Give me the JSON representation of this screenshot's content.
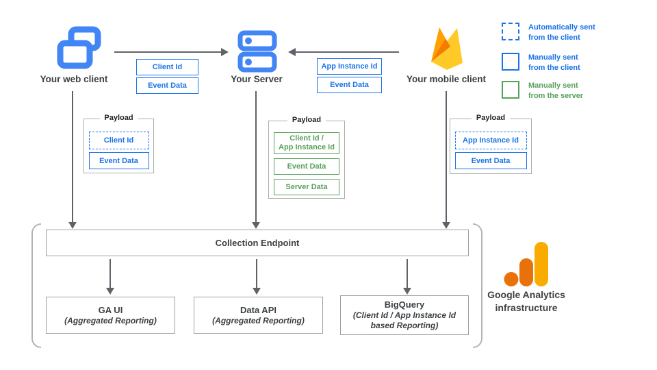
{
  "colors": {
    "icon_blue": "#4285F4",
    "box_blue": "#1A73E8",
    "box_green": "#57A05A",
    "arrow_gray": "#5F6368",
    "border_gray": "#9E9E9E",
    "firebase_yellow": "#FFCA28",
    "firebase_orange": "#FFA000",
    "firebase_dark_orange": "#F57C00",
    "ga_orange": "#E8710A",
    "ga_yellow": "#F9AB00"
  },
  "nodes": {
    "web_client": {
      "label": "Your web client"
    },
    "server": {
      "label": "Your Server"
    },
    "mobile_client": {
      "label": "Your mobile client"
    }
  },
  "edges": {
    "web_to_server": {
      "tags": [
        {
          "label": "Client Id"
        },
        {
          "label": "Event Data"
        }
      ]
    },
    "mobile_to_server": {
      "tags": [
        {
          "label": "App Instance Id"
        },
        {
          "label": "Event Data"
        }
      ]
    }
  },
  "legend": {
    "items": [
      {
        "style": "dashed-blue",
        "line1": "Automatically sent",
        "line2": "from the client"
      },
      {
        "style": "solid-blue",
        "line1": "Manually sent",
        "line2": "from the client"
      },
      {
        "style": "solid-green",
        "line1": "Manually sent",
        "line2": "from the server"
      }
    ]
  },
  "payloads": [
    {
      "title": "Payload",
      "items": [
        {
          "label": "Client Id",
          "style": "dashed-blue"
        },
        {
          "label": "Event Data",
          "style": "solid-blue"
        }
      ]
    },
    {
      "title": "Payload",
      "items": [
        {
          "label": "Client Id /",
          "label2": "App Instance Id",
          "style": "green"
        },
        {
          "label": "Event Data",
          "style": "green"
        },
        {
          "label": "Server Data",
          "style": "green"
        }
      ]
    },
    {
      "title": "Payload",
      "items": [
        {
          "label": "App Instance Id",
          "style": "dashed-blue"
        },
        {
          "label": "Event Data",
          "style": "solid-blue"
        }
      ]
    }
  ],
  "infrastructure": {
    "endpoint_label": "Collection Endpoint",
    "outputs": [
      {
        "title": "GA UI",
        "subtitle": "(Aggregated Reporting)"
      },
      {
        "title": "Data API",
        "subtitle": "(Aggregated Reporting)"
      },
      {
        "title": "BigQuery",
        "subtitle": "(Client Id / App Instance Id based Reporting)"
      }
    ],
    "label_line1": "Google Analytics",
    "label_line2": "infrastructure"
  }
}
